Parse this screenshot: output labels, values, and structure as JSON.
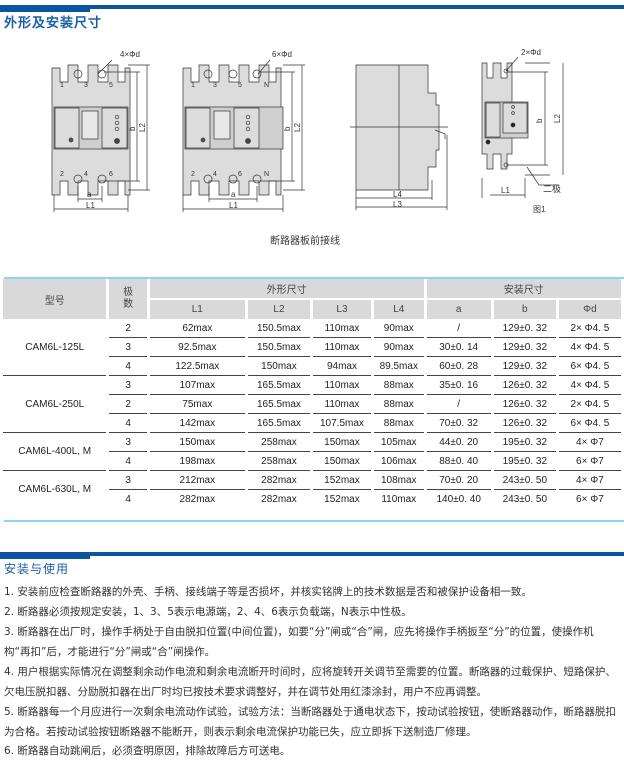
{
  "section1": {
    "title": "外形及安装尺寸"
  },
  "diagram": {
    "d1": {
      "hole_label": "4×Φd",
      "top_terminals": [
        "1",
        "3",
        "5"
      ],
      "bottom_terminals": [
        "2",
        "4",
        "6"
      ],
      "dim_a": "a",
      "dim_L1": "L1",
      "dim_b": "b",
      "dim_L2": "L2"
    },
    "d2": {
      "hole_label": "6×Φd",
      "top_terminals": [
        "1",
        "3",
        "5",
        "N"
      ],
      "bottom_terminals": [
        "2",
        "4",
        "6",
        "N"
      ],
      "dim_a": "a",
      "dim_L1": "L1",
      "dim_b": "b",
      "dim_L2": "L2"
    },
    "d3": {
      "dim_L4": "L4",
      "dim_L3": "L3"
    },
    "d4": {
      "hole_label": "2×Φd",
      "dim_L1": "L1",
      "dim_b": "b",
      "dim_L2": "L2",
      "pole_label": "二极",
      "fig_label": "图1"
    },
    "caption": "断路器板前接线"
  },
  "table": {
    "headers": {
      "model": "型号",
      "poles": "极数",
      "outline": "外形尺寸",
      "install": "安装尺寸",
      "L1": "L1",
      "L2": "L2",
      "L3": "L3",
      "L4": "L4",
      "a": "a",
      "b": "b",
      "d": "Φd"
    },
    "groups": [
      {
        "model": "CAM6L-125L",
        "rows": [
          [
            "2",
            "62max",
            "150.5max",
            "110max",
            "90max",
            "/",
            "129±0. 32",
            "2× Φ4. 5"
          ],
          [
            "3",
            "92.5max",
            "150.5max",
            "110max",
            "90max",
            "30±0. 14",
            "129±0. 32",
            "4× Φ4. 5"
          ],
          [
            "4",
            "122.5max",
            "150max",
            "94max",
            "89.5max",
            "60±0. 28",
            "129±0. 32",
            "6× Φ4. 5"
          ]
        ]
      },
      {
        "model": "CAM6L-250L",
        "rows": [
          [
            "3",
            "107max",
            "165.5max",
            "110max",
            "88max",
            "35±0. 16",
            "126±0. 32",
            "4× Φ4. 5"
          ],
          [
            "2",
            "75max",
            "165.5max",
            "110max",
            "88max",
            "/",
            "126±0. 32",
            "2× Φ4. 5"
          ],
          [
            "4",
            "142max",
            "165.5max",
            "107.5max",
            "88max",
            "70±0. 32",
            "126±0. 32",
            "6× Φ4. 5"
          ]
        ]
      },
      {
        "model": "CAM6L-400L, M",
        "rows": [
          [
            "3",
            "150max",
            "258max",
            "150max",
            "105max",
            "44±0. 20",
            "195±0. 32",
            "4× Φ7"
          ],
          [
            "4",
            "198max",
            "258max",
            "150max",
            "106max",
            "88±0. 40",
            "195±0. 32",
            "6× Φ7"
          ]
        ]
      },
      {
        "model": "CAM6L-630L, M",
        "rows": [
          [
            "3",
            "212max",
            "282max",
            "152max",
            "108max",
            "70±0. 20",
            "243±0. 50",
            "4× Φ7"
          ],
          [
            "4",
            "282max",
            "282max",
            "152max",
            "110max",
            "140±0. 40",
            "243±0. 50",
            "6× Φ7"
          ]
        ]
      }
    ]
  },
  "section2": {
    "title": "安装与使用",
    "items": [
      "1. 安装前应检查断路器的外壳、手柄、接线端子等是否损坏，并核实铭牌上的技术数据是否和被保护设备相一致。",
      "2. 断路器必须按规定安装，1、3、5表示电源端，2、4、6表示负载端，N表示中性极。",
      "3. 断路器在出厂时，操作手柄处于自由脱扣位置(中间位置)，如要“分”闸或“合”闸，应先将操作手柄扳至“分”的位置，使操作机构“再扣”后，才能进行“分”闸或“合”闸操作。",
      "4. 用户根据实际情况在调整剩余动作电流和剩余电流断开时间时，应将旋转开关调节至需要的位置。断路器的过载保护、短路保护、欠电压脱扣器、分励脱扣器在出厂时均已按技术要求调整好，并在调节处用红漆涂封，用户不应再调整。",
      "5. 断路器每一个月应进行一次剩余电流动作试验，试验方法：当断路器处于通电状态下，按动试验按钮，使断路器动作，断路器脱扣为合格。若按动试验按钮断路器不能断开，则表示剩余电流保护功能已失，应立即拆下送制造厂修理。",
      "6. 断路器自动跳闸后，必须查明原因，排除故障后方可送电。"
    ]
  },
  "colors": {
    "accent": "#0a55a0",
    "table_rule": "#8fd3ee",
    "header_bg": "#d9d9d9",
    "body_fill": "#dcdcdc"
  }
}
